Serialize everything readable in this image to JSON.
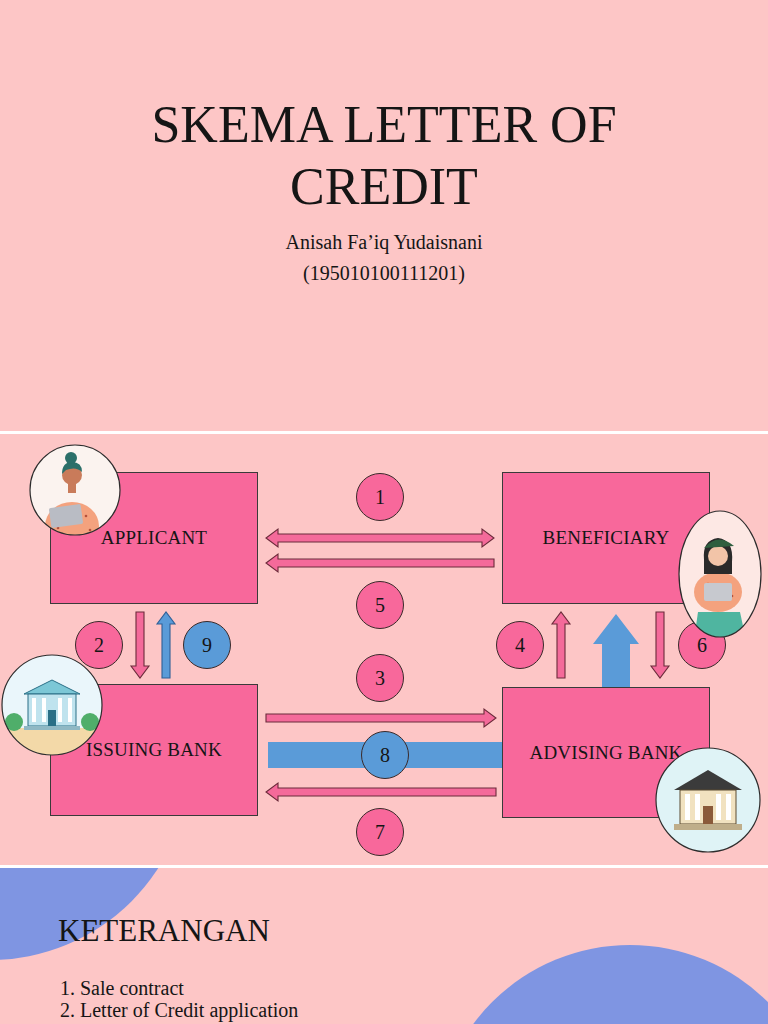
{
  "diagram": {
    "title": "SKEMA LETTER OF CREDIT",
    "nodes": [
      {
        "text": [
          "APPLICANT"
        ]
      },
      {
        "text": [
          "BENEFICIARY"
        ]
      },
      {
        "text": [
          "ISSUING BANK"
        ]
      },
      {
        "text": [
          "ADVISING BANK"
        ]
      }
    ],
    "edges": [
      {
        "from": 0,
        "to": 1,
        "arrow": "both"
      },
      {
        "from": 1,
        "to": 0,
        "arrow": "to"
      },
      {
        "from": 0,
        "to": 2,
        "arrow": "to"
      },
      {
        "from": 2,
        "to": 0,
        "arrow": "to"
      },
      {
        "from": 2,
        "to": 3,
        "arrow": "to"
      },
      {
        "from": 2,
        "to": 3,
        "arrow": "none",
        "label": "8"
      },
      {
        "from": 3,
        "to": 2,
        "arrow": "to"
      },
      {
        "from": 3,
        "to": 1,
        "arrow": "to"
      },
      {
        "from": 3,
        "to": 1,
        "arrow": "to"
      },
      {
        "from": 1,
        "to": 3,
        "arrow": "to"
      }
    ],
    "labels": [
      "Anisah Fa’iq Yudaisnani",
      "(195010100111201)",
      "1",
      "5",
      "2",
      "9",
      "3",
      "7",
      "4",
      "6",
      "KETERANGAN",
      "1. Sale contract",
      "2. Letter of Credit application"
    ]
  }
}
